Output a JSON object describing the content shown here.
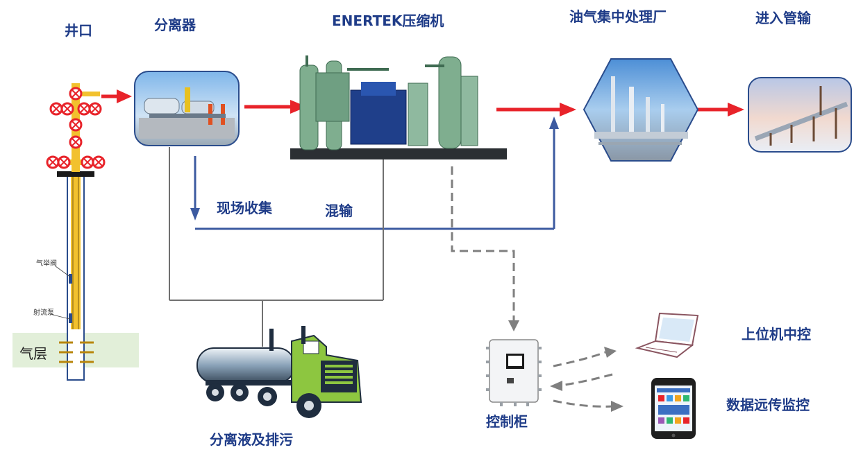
{
  "title": "",
  "nodes": {
    "wellhead": "井口",
    "separator": "分离器",
    "compressor": "ENERTEK压缩机",
    "plant": "油气集中处理厂",
    "pipeline": "进入管输",
    "control_cabinet": "控制柜",
    "upper_computer": "上位机中控",
    "remote_monitor": "数据远传监控",
    "liquid_discharge": "分离液及排污"
  },
  "flow_labels": {
    "field_collect": "现场收集",
    "mixed_transport": "混输"
  },
  "well_labels": {
    "gas_lift_valve": "气举阀",
    "jet_pump": "射流泵",
    "gas_layer": "气层"
  },
  "colors": {
    "main_flow_arrow": "#e8232a",
    "pipe_line": "#3c5aa0",
    "drain_line": "#707070",
    "signal_line": "#7f7f7f",
    "label_text": "#1f3c88",
    "gas_layer_fill": "#e2efd9",
    "tubing_yellow": "#f2c12e",
    "valve_red": "#e8232a"
  }
}
